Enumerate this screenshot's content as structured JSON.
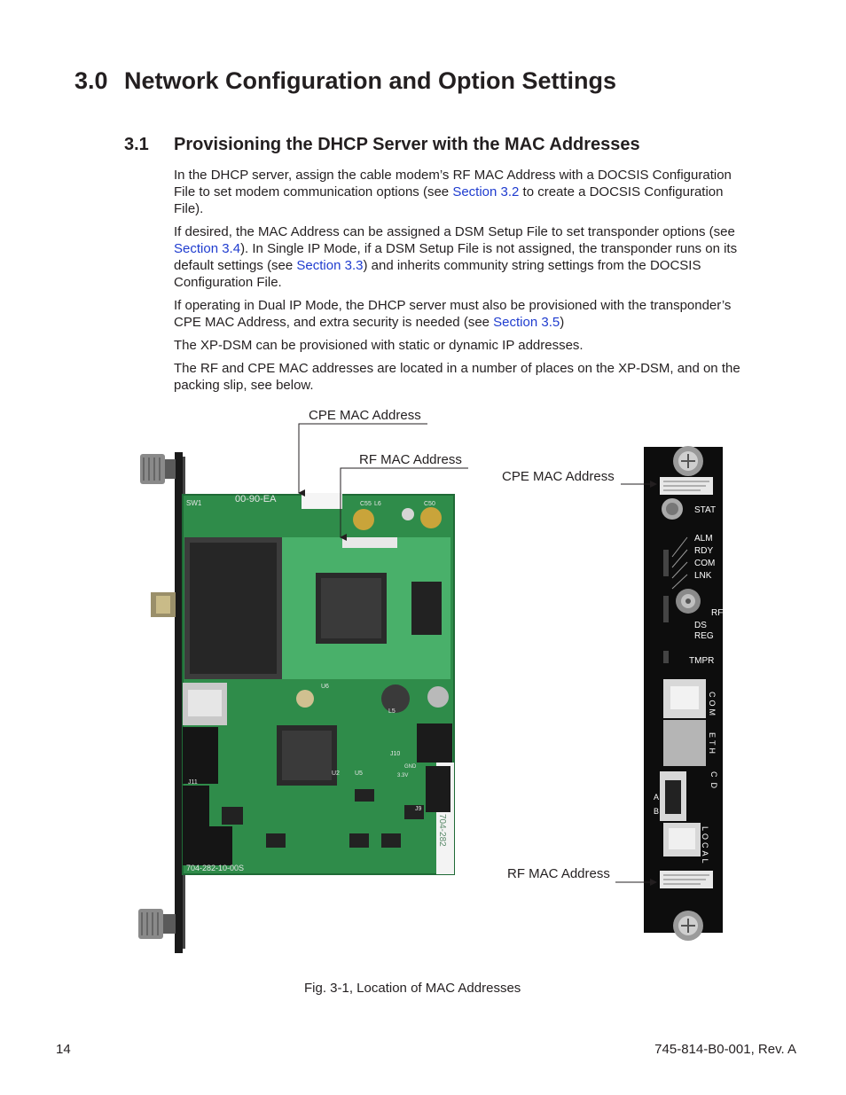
{
  "heading": {
    "number": "3.0",
    "title": "Network Configuration and Option Settings"
  },
  "subheading": {
    "number": "3.1",
    "title": "Provisioning the DHCP Server with the MAC Addresses"
  },
  "paragraphs": [
    {
      "a": "In the DHCP server, assign the cable modem’s RF MAC Address with a DOCSIS Configuration File to set modem communication options (see ",
      "link1": "Section 3.2",
      "b": " to create a DOCSIS Configuration File)."
    },
    {
      "a": "If desired, the MAC Address can be assigned a DSM Setup File to set transponder options (see ",
      "link1": "Section 3.4",
      "b": "). In Single IP Mode, if a DSM Setup File is not assigned, the transponder runs on its default settings (see ",
      "link2": "Section 3.3",
      "c": ") and inherits community string settings from the DOCSIS Configuration File."
    },
    {
      "a": "If operating in Dual IP Mode, the DHCP server must also be provisioned with the transponder’s CPE MAC Address, and extra security is needed (see ",
      "link1": "Section 3.5",
      "b": ")"
    },
    {
      "a": "The XP-DSM can be provisioned with static or dynamic IP addresses."
    },
    {
      "a": "The RF and CPE MAC addresses are located in a number of places on the XP-DSM, and on the packing slip, see below."
    }
  ],
  "figure": {
    "callouts": {
      "left_cpe": "CPE MAC Address",
      "left_rf": "RF MAC Address",
      "right_cpe": "CPE MAC Address",
      "right_rf": "RF MAC Address"
    },
    "board_silkscreen": {
      "mac_top": "00-90-EA",
      "u6": "U6",
      "u5": "U5",
      "u2": "U2",
      "l5": "L5",
      "l6": "L6",
      "c55": "C55",
      "c50": "C50",
      "j10": "J10",
      "j11": "J11",
      "j9": "J9",
      "sw1": "SW1",
      "gnd": "GND",
      "v33": "3.3V",
      "part_no": "704-282-10-00S",
      "part_side": "704-282"
    },
    "panel_labels": {
      "stat": "STAT",
      "alm": "ALM",
      "rdy": "RDY",
      "com": "COM",
      "lnk": "LNK",
      "rf": "RF",
      "ds": "DS",
      "reg": "REG",
      "tmpr": "TMPR",
      "com_v": "COM",
      "eth_v": "ETH",
      "cd_v": "CD",
      "a": "A",
      "b": "B",
      "local_v": "LOCAL"
    },
    "caption": "Fig. 3-1, Location of MAC Addresses"
  },
  "footer": {
    "page": "14",
    "doc": "745-814-B0-001, Rev. A"
  },
  "colors": {
    "link": "#1f3ccf",
    "text": "#231f20",
    "pcb": "#2f8c4a",
    "pcb_light": "#49b06a",
    "panel": "#0d0d0d"
  }
}
